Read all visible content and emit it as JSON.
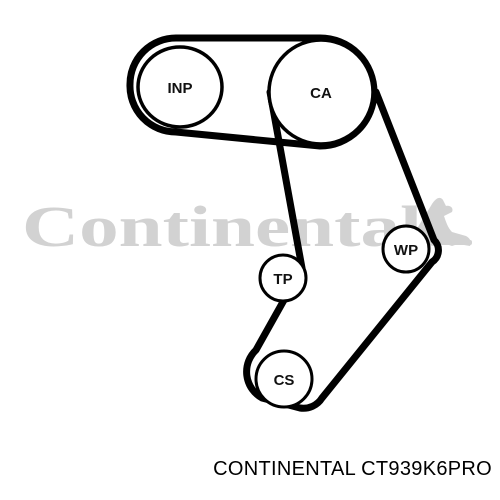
{
  "watermark": {
    "brand": "Continental",
    "logo_name": "horse-logo"
  },
  "pulleys": [
    {
      "id": "inp",
      "label": "INP"
    },
    {
      "id": "ca",
      "label": "CA"
    },
    {
      "id": "tp",
      "label": "TP"
    },
    {
      "id": "wp",
      "label": "WP"
    },
    {
      "id": "cs",
      "label": "CS"
    }
  ],
  "caption": "CONTINENTAL CT939K6PRO",
  "colors": {
    "belt": "#000000",
    "watermark": "#d2d2d2",
    "background": "#ffffff"
  }
}
